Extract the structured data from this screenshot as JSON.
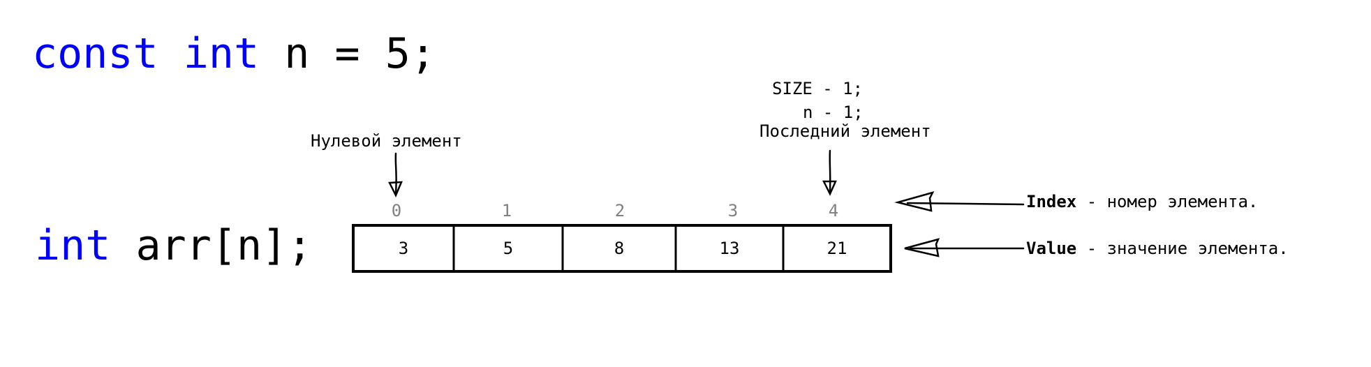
{
  "code": {
    "decl": {
      "kw1": "const",
      "kw2": "int",
      "rest": "n = 5;"
    },
    "array": {
      "kw": "int",
      "rest": "arr[n];"
    }
  },
  "annotations": {
    "size_line1": "SIZE - 1;",
    "size_line2": "n - 1;",
    "zero_element": "Нулевой элемент",
    "last_element": "Последний элемент"
  },
  "array": {
    "indices": [
      "0",
      "1",
      "2",
      "3",
      "4"
    ],
    "values": [
      "3",
      "5",
      "8",
      "13",
      "21"
    ]
  },
  "legend": {
    "index_term": "Index",
    "index_desc": " - номер элемента.",
    "value_term": "Value",
    "value_desc": " - значение элемента."
  },
  "colors": {
    "keyword": "#0000ff",
    "index_text": "#808080",
    "ink": "#000000"
  }
}
